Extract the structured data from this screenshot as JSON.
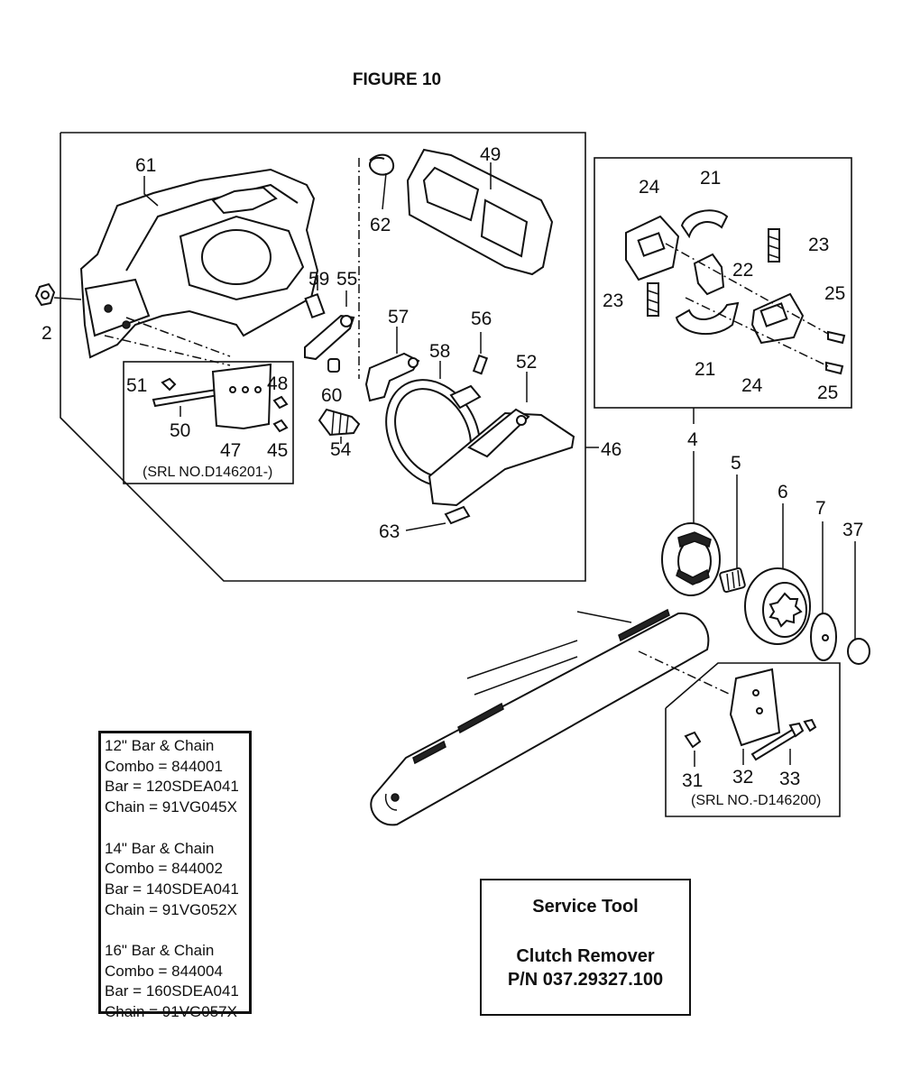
{
  "figure_title": "FIGURE 10",
  "part_labels": {
    "p2": "2",
    "p4": "4",
    "p5": "5",
    "p6": "6",
    "p7": "7",
    "p37": "37",
    "p21a": "21",
    "p21b": "21",
    "p22": "22",
    "p23a": "23",
    "p23b": "23",
    "p24a": "24",
    "p24b": "24",
    "p25a": "25",
    "p25b": "25",
    "p31": "31",
    "p32": "32",
    "p33": "33",
    "p45": "45",
    "p46": "46",
    "p47": "47",
    "p48": "48",
    "p49": "49",
    "p50": "50",
    "p51": "51",
    "p52": "52",
    "p54": "54",
    "p55": "55",
    "p56": "56",
    "p57": "57",
    "p58": "58",
    "p59": "59",
    "p60": "60",
    "p61": "61",
    "p62": "62",
    "p63": "63"
  },
  "serial_notes": {
    "inset_left": "(SRL NO.D146201-)",
    "inset_right": "(SRL NO.-D146200)"
  },
  "bar_chain_groups": [
    {
      "heading": "12\" Bar & Chain",
      "combo": "Combo = 844001",
      "bar": "Bar = 120SDEA041",
      "chain": "Chain = 91VG045X"
    },
    {
      "heading": "14\" Bar & Chain",
      "combo": "Combo = 844002",
      "bar": "Bar = 140SDEA041",
      "chain": "Chain = 91VG052X"
    },
    {
      "heading": "16\" Bar & Chain",
      "combo": "Combo = 844004",
      "bar": "Bar = 160SDEA041",
      "chain": "Chain = 91VG057X"
    }
  ],
  "service_tool": {
    "title": "Service Tool",
    "line1": "Clutch Remover",
    "line2": "P/N 037.29327.100"
  }
}
